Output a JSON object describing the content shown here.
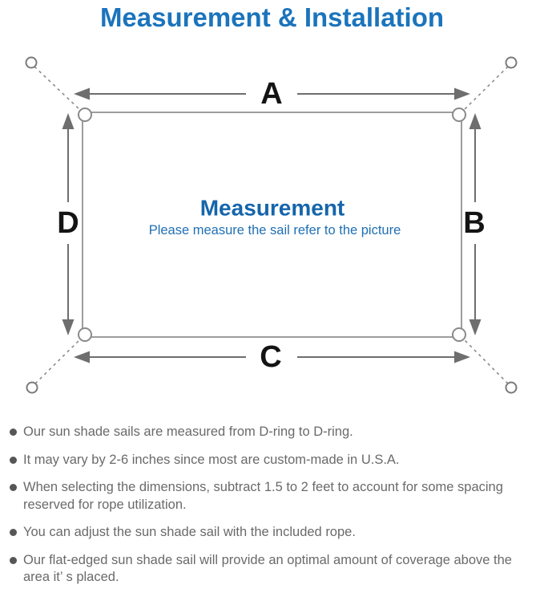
{
  "page": {
    "title": "Measurement & Installation"
  },
  "diagram": {
    "dimension_labels": {
      "top": "A",
      "right": "B",
      "bottom": "C",
      "left": "D"
    },
    "center_title": "Measurement",
    "center_subtitle": "Please measure the sail refer to the picture",
    "colors": {
      "title_blue": "#1b74bc",
      "center_title_blue": "#1565ab",
      "center_subtitle_blue": "#2070b4",
      "arrow_gray": "#6e6e6e",
      "outline_gray": "#9d9d9d"
    }
  },
  "notes": {
    "items": [
      "Our sun shade sails are measured from D-ring to D-ring.",
      "It may vary by 2-6 inches since most are custom-made in U.S.A.",
      "When selecting the dimensions, subtract 1.5 to 2 feet to account for some spacing reserved for rope utilization.",
      "You can adjust the sun shade sail with the included rope.",
      "Our flat-edged sun shade sail will provide an optimal amount of coverage above the area it’ s placed."
    ]
  }
}
